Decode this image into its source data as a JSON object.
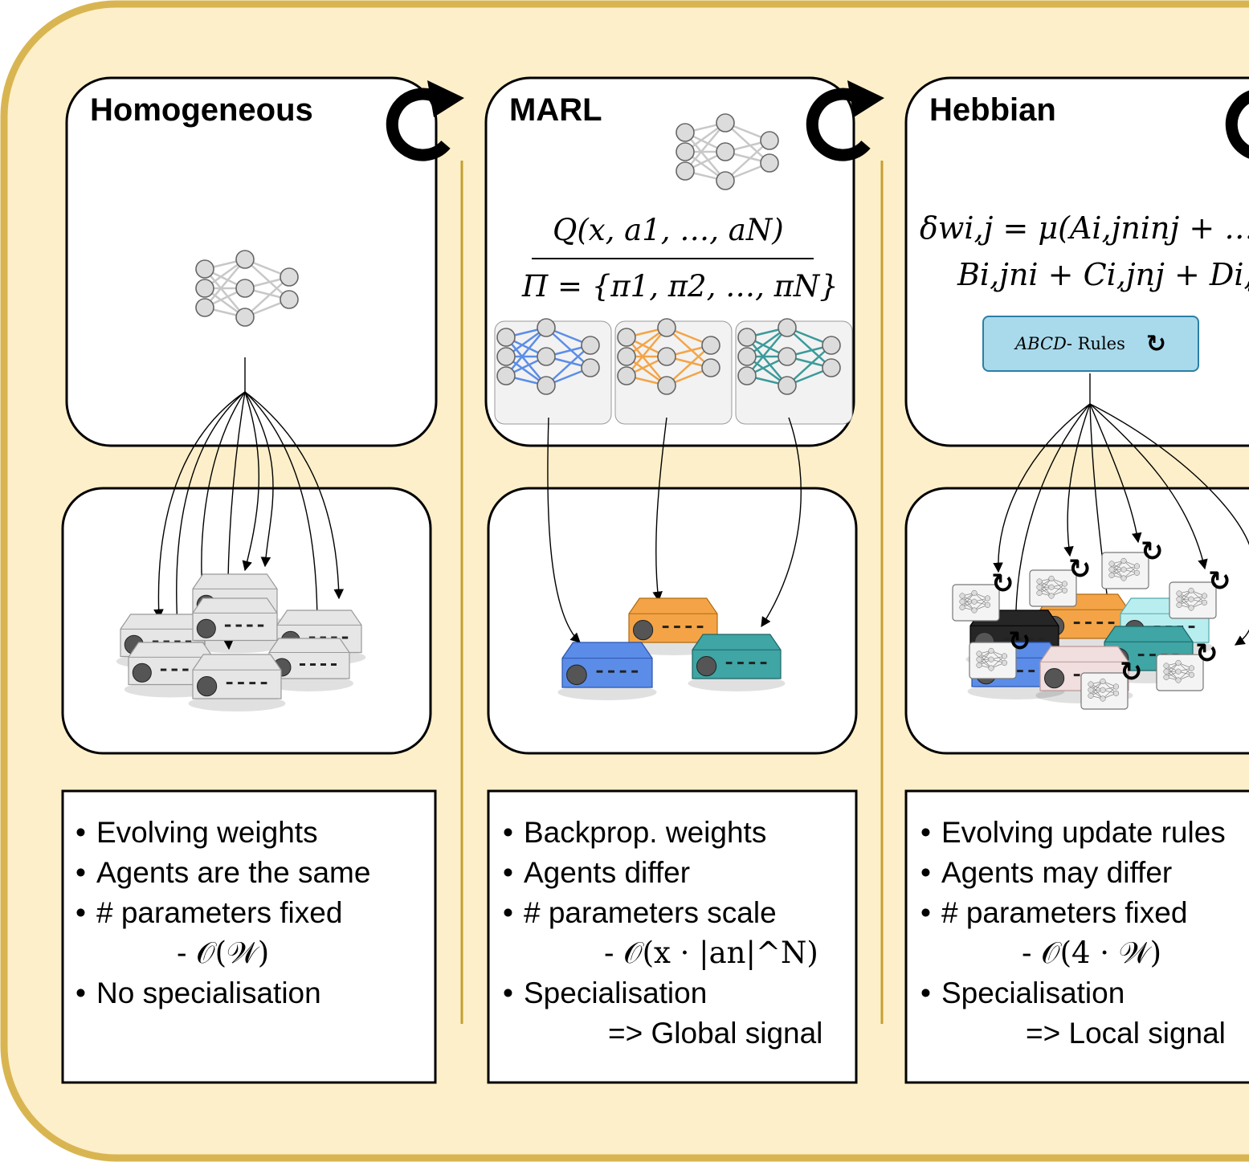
{
  "panels": [
    {
      "title": "Homogeneous",
      "bullets": [
        {
          "text": "Evolving weights"
        },
        {
          "text": "Agents are the same"
        },
        {
          "text": "# parameters fixed"
        },
        {
          "sub": "- 𝒪(𝒲)"
        },
        {
          "text": "No specialisation"
        }
      ]
    },
    {
      "title": "MARL",
      "q_function": "Q(x, a1, …, aN)",
      "policy_set": "Π = {π1, π2, …, πN}",
      "bullets": [
        {
          "text": "Backprop. weights"
        },
        {
          "text": "Agents differ"
        },
        {
          "text": "# parameters scale"
        },
        {
          "sub": "- 𝒪(x · |an|^N)"
        },
        {
          "text": "Specialisation"
        },
        {
          "sub2": "=> Global signal"
        }
      ]
    },
    {
      "title": "Hebbian",
      "hebb_rule_line1": "δwi,j = μ(Ai,jninj + …",
      "hebb_rule_line2": "Bi,jni + Ci,jnj + Di,j",
      "rules_box_label_math": "ABCD",
      "rules_box_label_text": " - Rules",
      "bullets": [
        {
          "text": "Evolving update rules"
        },
        {
          "text": "Agents may differ"
        },
        {
          "text": "# parameters fixed"
        },
        {
          "sub": "- 𝒪(4 · 𝒲)"
        },
        {
          "text": "Specialisation"
        },
        {
          "sub2": "=> Local signal"
        }
      ]
    }
  ],
  "colors": {
    "background": "#fdefc9",
    "frame": "#d9b552",
    "divider": "#c4a02e",
    "robot_grey": "#e6e6e6",
    "robot_orange": "#f4a447",
    "robot_blue": "#5b8de8",
    "robot_teal": "#3fa5a5",
    "robot_black": "#262626",
    "net_blue": "#5b8de8",
    "net_orange": "#f4a447",
    "net_teal": "#3b9a9a",
    "rules_box": "#a9daec"
  },
  "icons": [
    "cycle-arrow-icon",
    "neural-network-icon",
    "robot-icon"
  ]
}
